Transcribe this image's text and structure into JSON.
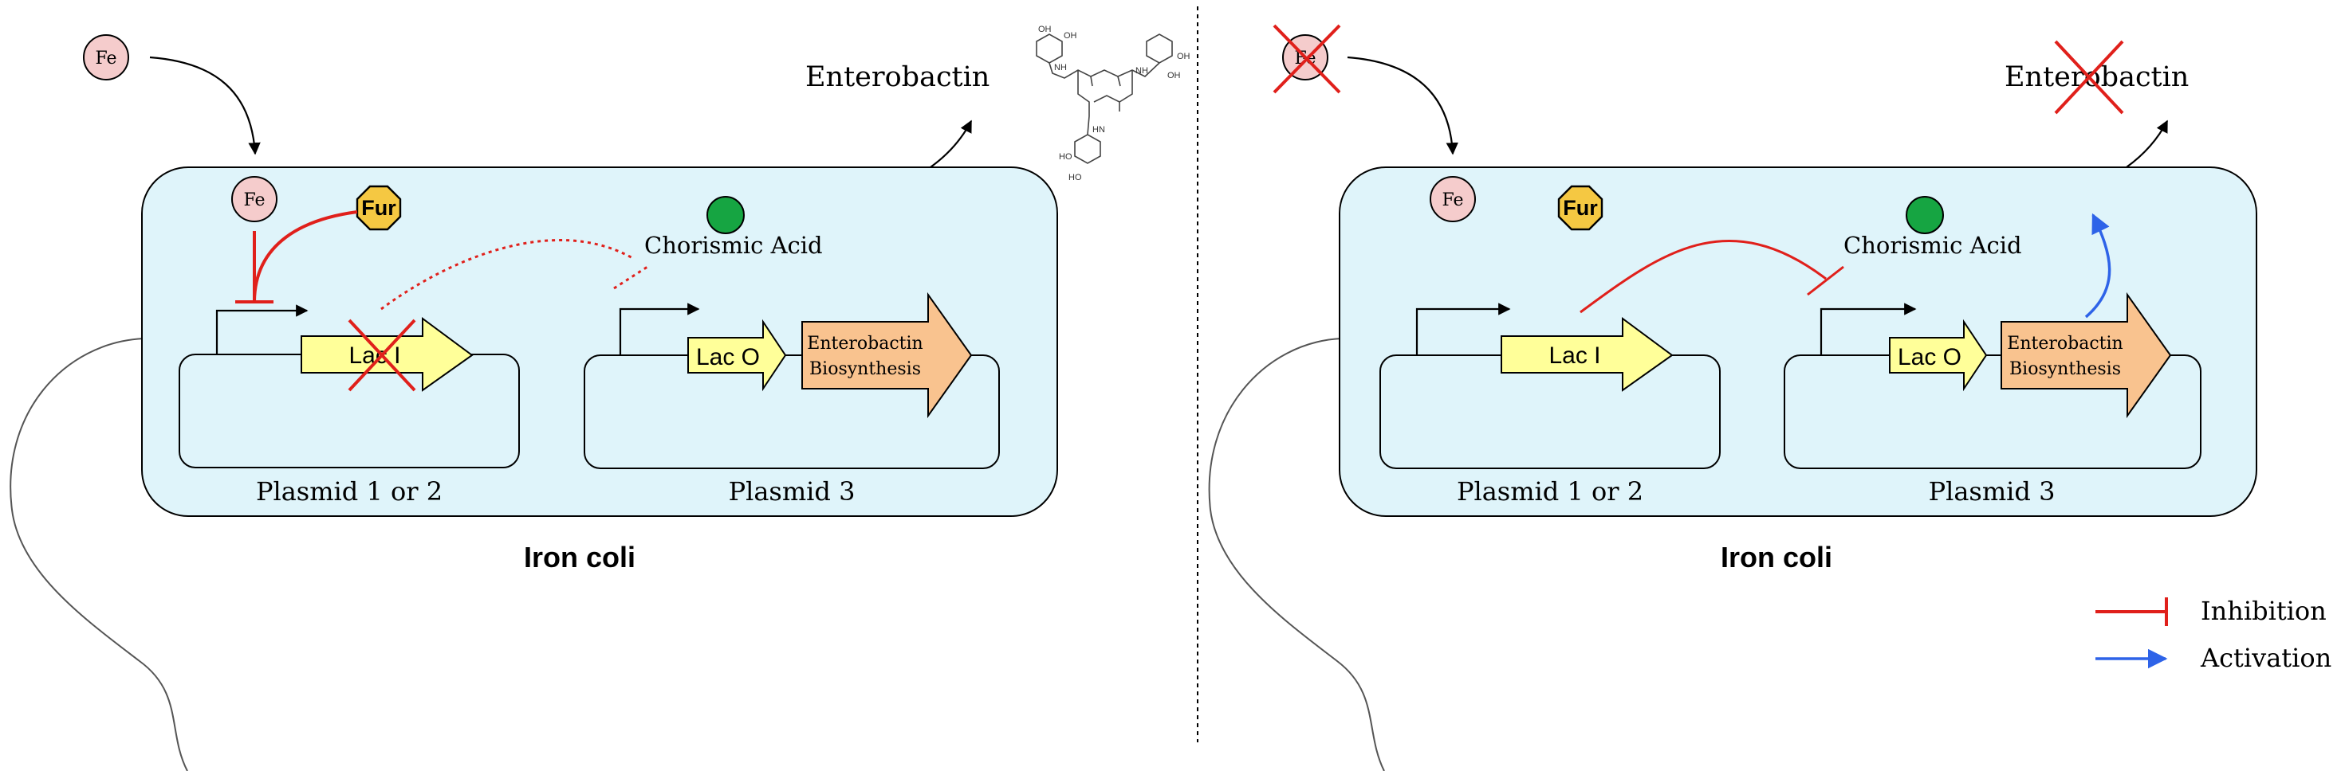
{
  "left_panel": {
    "fe_external": "Fe",
    "fe_internal": "Fe",
    "fur": "Fur",
    "enterobactin": "Enterobactin",
    "chorismic_acid": "Chorismic Acid",
    "lac_i": "Lac I",
    "lac_o": "Lac O",
    "biosynthesis_line1": "Enterobactin",
    "biosynthesis_line2": "Biosynthesis",
    "plasmid_a": "Plasmid 1 or 2",
    "plasmid_b": "Plasmid 3",
    "caption": "Iron coli"
  },
  "right_panel": {
    "fe_external": "Fe",
    "fe_internal": "Fe",
    "fur": "Fur",
    "enterobactin": "Enterobactin",
    "chorismic_acid": "Chorismic Acid",
    "lac_i": "Lac I",
    "lac_o": "Lac O",
    "biosynthesis_line1": "Enterobactin",
    "biosynthesis_line2": "Biosynthesis",
    "plasmid_a": "Plasmid 1 or 2",
    "plasmid_b": "Plasmid 3",
    "caption": "Iron coli"
  },
  "legend": {
    "inhibition": "Inhibition",
    "activation": "Activation"
  },
  "structure_labels": {
    "oh_top_left": "OH",
    "oh_top_left_2": "OH",
    "oh_top_right": "OH",
    "oh_top_right_2": "OH",
    "nh_left": "NH",
    "nh_right": "NH",
    "nh_bottom": "HN",
    "ho_bottom_1": "HO",
    "ho_bottom_2": "HO"
  },
  "colors": {
    "cell_fill": "#dff4fa",
    "fe_fill": "#f5cccc",
    "fur_fill": "#f5c842",
    "chorismic_fill": "#16a542",
    "lac_fill": "#ffff99",
    "biosynthesis_fill": "#f9c38f",
    "inhibition": "#e0201b",
    "activation": "#2e63e8"
  },
  "icons": {
    "strike": "red-x-mark-icon",
    "promoter": "promoter-arrow-icon"
  }
}
